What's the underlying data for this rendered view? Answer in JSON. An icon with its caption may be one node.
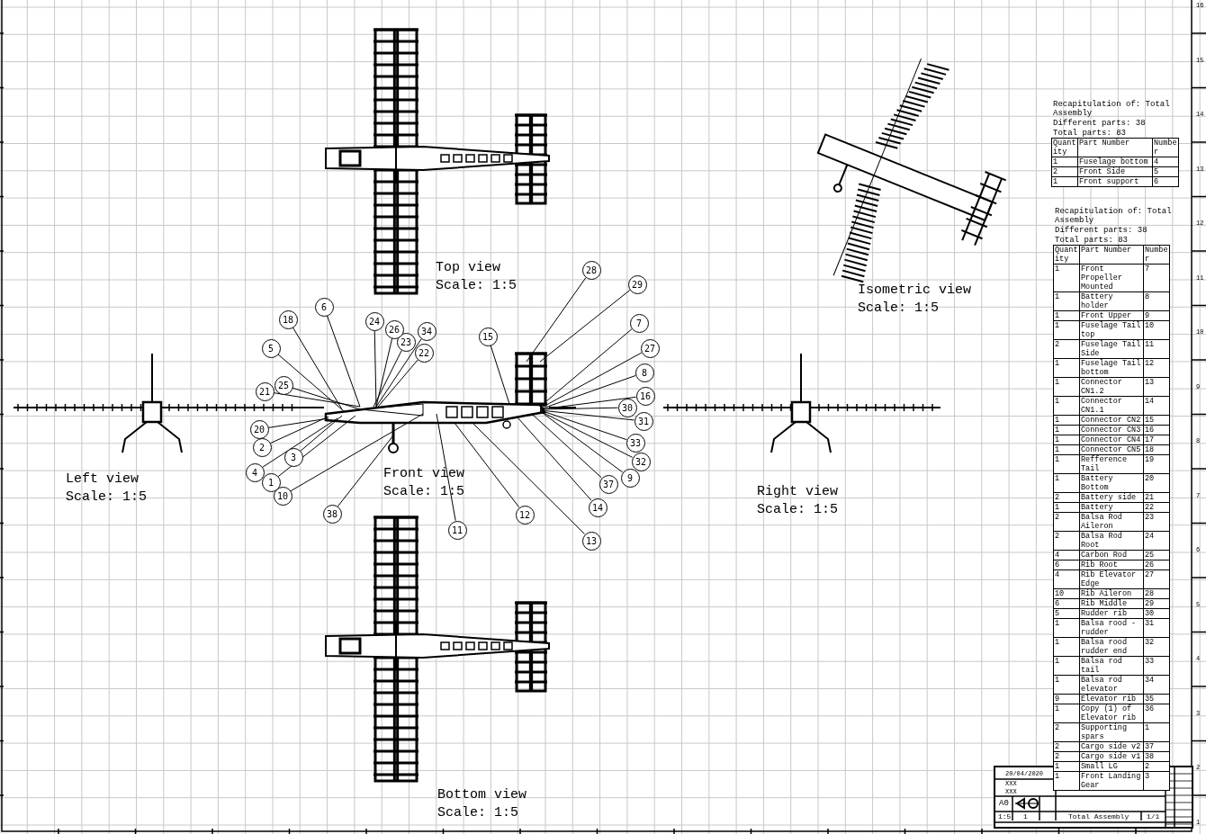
{
  "diagram": {
    "nodes": [
      {
        "text": [
          "1"
        ]
      },
      {
        "text": [
          "2"
        ]
      },
      {
        "text": [
          "3"
        ]
      },
      {
        "text": [
          "4"
        ]
      },
      {
        "text": [
          "5"
        ]
      },
      {
        "text": [
          "6"
        ]
      },
      {
        "text": [
          "7"
        ]
      },
      {
        "text": [
          "8"
        ]
      },
      {
        "text": [
          "9"
        ]
      },
      {
        "text": [
          "10"
        ]
      },
      {
        "text": [
          "11"
        ]
      },
      {
        "text": [
          "12"
        ]
      },
      {
        "text": [
          "13"
        ]
      },
      {
        "text": [
          "14"
        ]
      },
      {
        "text": [
          "15"
        ]
      },
      {
        "text": [
          "16"
        ]
      },
      {
        "text": [
          "18"
        ]
      },
      {
        "text": [
          "20"
        ]
      },
      {
        "text": [
          "21"
        ]
      },
      {
        "text": [
          "22"
        ]
      },
      {
        "text": [
          "23"
        ]
      },
      {
        "text": [
          "24"
        ]
      },
      {
        "text": [
          "25"
        ]
      },
      {
        "text": [
          "26"
        ]
      },
      {
        "text": [
          "27"
        ]
      },
      {
        "text": [
          "28"
        ]
      },
      {
        "text": [
          "29"
        ]
      },
      {
        "text": [
          "30"
        ]
      },
      {
        "text": [
          "31"
        ]
      },
      {
        "text": [
          "32"
        ]
      },
      {
        "text": [
          "33"
        ]
      },
      {
        "text": [
          "34"
        ]
      },
      {
        "text": [
          "37"
        ]
      },
      {
        "text": [
          "38"
        ]
      }
    ],
    "edges": [
      {
        "from": 0,
        "to": null,
        "arrow": "none"
      },
      {
        "from": 1,
        "to": null,
        "arrow": "none"
      },
      {
        "from": 2,
        "to": null,
        "arrow": "none"
      },
      {
        "from": 3,
        "to": null,
        "arrow": "none"
      },
      {
        "from": 4,
        "to": null,
        "arrow": "none"
      },
      {
        "from": 5,
        "to": null,
        "arrow": "none"
      },
      {
        "from": 6,
        "to": null,
        "arrow": "none"
      },
      {
        "from": 7,
        "to": null,
        "arrow": "none"
      },
      {
        "from": 8,
        "to": null,
        "arrow": "none"
      },
      {
        "from": 9,
        "to": null,
        "arrow": "none"
      },
      {
        "from": 10,
        "to": null,
        "arrow": "none"
      },
      {
        "from": 11,
        "to": null,
        "arrow": "none"
      },
      {
        "from": 12,
        "to": null,
        "arrow": "none"
      },
      {
        "from": 13,
        "to": null,
        "arrow": "none"
      },
      {
        "from": 14,
        "to": null,
        "arrow": "none"
      },
      {
        "from": 15,
        "to": null,
        "arrow": "none"
      },
      {
        "from": 16,
        "to": null,
        "arrow": "none"
      },
      {
        "from": 17,
        "to": null,
        "arrow": "none"
      },
      {
        "from": 18,
        "to": null,
        "arrow": "none"
      },
      {
        "from": 19,
        "to": null,
        "arrow": "none"
      },
      {
        "from": 20,
        "to": null,
        "arrow": "none"
      },
      {
        "from": 21,
        "to": null,
        "arrow": "none"
      },
      {
        "from": 22,
        "to": null,
        "arrow": "none"
      },
      {
        "from": 23,
        "to": null,
        "arrow": "none"
      },
      {
        "from": 24,
        "to": null,
        "arrow": "none"
      },
      {
        "from": 25,
        "to": null,
        "arrow": "none"
      },
      {
        "from": 26,
        "to": null,
        "arrow": "none"
      },
      {
        "from": 27,
        "to": null,
        "arrow": "none"
      },
      {
        "from": 28,
        "to": null,
        "arrow": "none"
      },
      {
        "from": 29,
        "to": null,
        "arrow": "none"
      },
      {
        "from": 30,
        "to": null,
        "arrow": "none"
      },
      {
        "from": 31,
        "to": null,
        "arrow": "none"
      },
      {
        "from": 32,
        "to": null,
        "arrow": "none"
      },
      {
        "from": 33,
        "to": null,
        "arrow": "none"
      }
    ],
    "labels": [
      "Recapitulation of: Total Assembly",
      "Different parts: 38",
      "Total parts: 83",
      "Quantity",
      "Part Number",
      "Number",
      "1",
      "Fuselage bottom",
      "4",
      "2",
      "Front Side",
      "5",
      "1",
      "Front support",
      "6",
      "Recapitulation of: Total Assembly",
      "Different parts: 38",
      "Total parts: 83",
      "Quantity",
      "Part Number",
      "Number",
      "1",
      "Front Propeller Mounted",
      "7",
      "1",
      "Battery holder",
      "8",
      "1",
      "Front Upper",
      "9",
      "1",
      "Fuselage Tail top",
      "10",
      "2",
      "Fuselage Tail Side",
      "11",
      "1",
      "Fuselage Tail bottom",
      "12",
      "1",
      "Connector CN1.2",
      "13",
      "1",
      "Connector CN1.1",
      "14",
      "1",
      "Connector CN2",
      "15",
      "1",
      "Connector CN3",
      "16",
      "1",
      "Connector CN4",
      "17",
      "1",
      "Connector CN5",
      "18",
      "1",
      "Refference Tail",
      "19",
      "1",
      "Battery Bottom",
      "20",
      "2",
      "Battery side",
      "21",
      "1",
      "Battery",
      "22",
      "2",
      "Balsa Rod Aileron",
      "23",
      "2",
      "Balsa Rod Root",
      "24",
      "4",
      "Carbon Rod",
      "25",
      "6",
      "Rib Root",
      "26",
      "4",
      "Rib Elevator Edge",
      "27",
      "10",
      "Rib Aileron",
      "28",
      "6",
      "Rib Middle",
      "29",
      "5",
      "Rudder rib",
      "30",
      "1",
      "Balsa rood - rudder",
      "31",
      "1",
      "Balsa rood rudder end",
      "32",
      "1",
      "Balsa rod tail",
      "33",
      "1",
      "Balsa rod elevator",
      "34",
      "9",
      "Elevator rib",
      "35",
      "1",
      "Copy (1) of Elevator rib",
      "36",
      "2",
      "Supporting spars",
      "1",
      "2",
      "Cargo side v2",
      "37",
      "2",
      "Cargo side v1",
      "38",
      "1",
      "Small LG",
      "2",
      "1",
      "Front Landing Gear",
      "3",
      "Top view",
      "Scale: 1:5",
      "Isometric view",
      "Scale: 1:5",
      "Front view",
      "Scale: 1:5",
      "Left view",
      "Scale: 1:5",
      "Right view",
      "Scale: 1:5",
      "Bottom view",
      "Scale: 1:5",
      "20/04/2020",
      "XXX",
      "XXX",
      "A0",
      "1:5",
      "1",
      "Total Assembly",
      "1/1",
      "16",
      "15",
      "14",
      "13",
      "12",
      "11",
      "10",
      "9",
      "8",
      "7",
      "6",
      "5",
      "4",
      "3",
      "2",
      "1"
    ]
  }
}
